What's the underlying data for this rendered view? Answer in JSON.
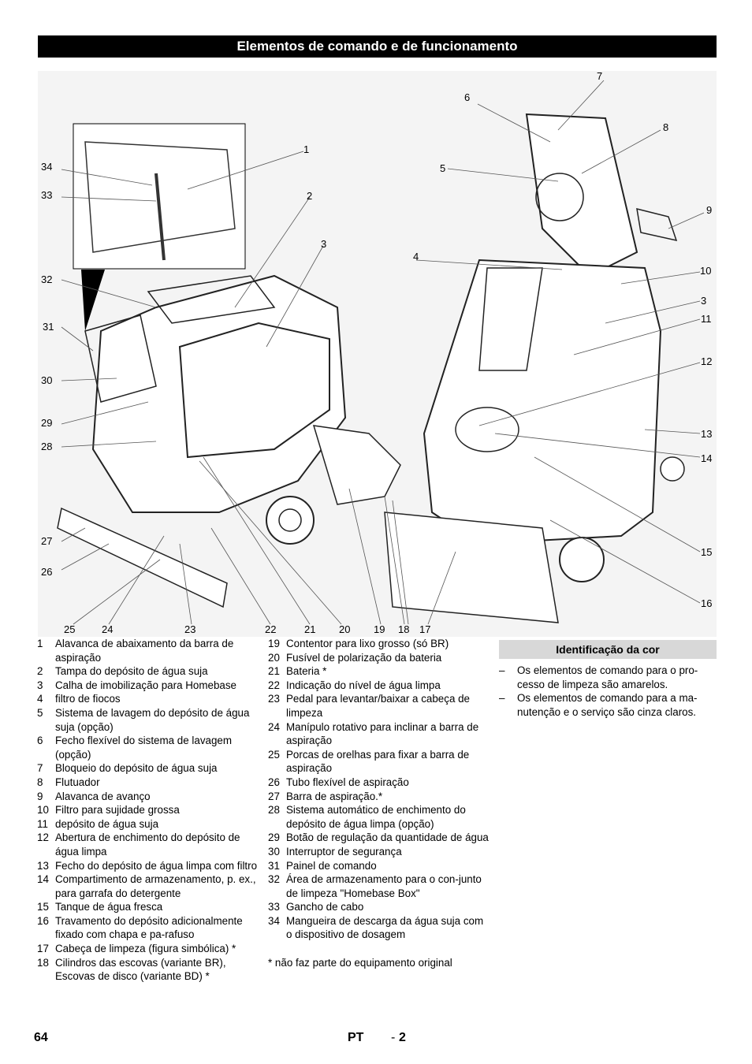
{
  "title": "Elementos de comando e de funcionamento",
  "callouts": [
    "1",
    "2",
    "3",
    "4",
    "5",
    "6",
    "7",
    "8",
    "9",
    "10",
    "3",
    "11",
    "12",
    "13",
    "14",
    "15",
    "16",
    "34",
    "33",
    "32",
    "31",
    "30",
    "29",
    "28",
    "27",
    "26",
    "25",
    "24",
    "23",
    "22",
    "21",
    "20",
    "19",
    "18",
    "17"
  ],
  "legend_col1": [
    {
      "n": "1",
      "t": "Alavanca de abaixamento da barra de aspiração"
    },
    {
      "n": "2",
      "t": "Tampa do depósito de água suja"
    },
    {
      "n": "3",
      "t": "Calha de imobilização para Homebase"
    },
    {
      "n": "4",
      "t": "filtro de fiocos"
    },
    {
      "n": "5",
      "t": "Sistema de lavagem do depósito de água suja (opção)"
    },
    {
      "n": "6",
      "t": "Fecho flexível do sistema de lavagem (opção)"
    },
    {
      "n": "7",
      "t": "Bloqueio do depósito de água suja"
    },
    {
      "n": "8",
      "t": "Flutuador"
    },
    {
      "n": "9",
      "t": "Alavanca de avanço"
    },
    {
      "n": "10",
      "t": "Filtro para sujidade grossa"
    },
    {
      "n": "11",
      "t": "depósito de água suja"
    },
    {
      "n": "12",
      "t": "Abertura de enchimento do depósito de água limpa"
    },
    {
      "n": "13",
      "t": "Fecho do depósito de água limpa com filtro"
    },
    {
      "n": "14",
      "t": "Compartimento de armazenamento, p. ex., para garrafa do detergente"
    },
    {
      "n": "15",
      "t": "Tanque de água fresca"
    },
    {
      "n": "16",
      "t": "Travamento do depósito adicionalmente fixado com chapa e pa-rafuso"
    },
    {
      "n": "17",
      "t": "Cabeça de limpeza (figura simbólica) *"
    },
    {
      "n": "18",
      "t": "Cilindros das escovas (variante BR), Escovas de disco (variante BD) *"
    }
  ],
  "legend_col2": [
    {
      "n": "19",
      "t": "Contentor para lixo grosso (só BR)"
    },
    {
      "n": "20",
      "t": "Fusível de polarização da bateria"
    },
    {
      "n": "21",
      "t": "Bateria *"
    },
    {
      "n": "22",
      "t": "Indicação do nível de água limpa"
    },
    {
      "n": "23",
      "t": "Pedal para levantar/baixar a cabeça de limpeza"
    },
    {
      "n": "24",
      "t": "Manípulo rotativo para inclinar a barra de aspiração"
    },
    {
      "n": "25",
      "t": "Porcas de orelhas para fixar a barra de aspiração"
    },
    {
      "n": "26",
      "t": "Tubo flexível de aspiração"
    },
    {
      "n": "27",
      "t": "Barra de aspiração.*"
    },
    {
      "n": "28",
      "t": "Sistema automático de enchimento do depósito de água limpa (opção)"
    },
    {
      "n": "29",
      "t": "Botão de regulação da quantidade de água"
    },
    {
      "n": "30",
      "t": "Interruptor de segurança"
    },
    {
      "n": "31",
      "t": "Painel de comando"
    },
    {
      "n": "32",
      "t": "Área de armazenamento para o con-junto de limpeza \"Homebase Box\""
    },
    {
      "n": "33",
      "t": "Gancho de cabo"
    },
    {
      "n": "34",
      "t": "Mangueira de descarga da água suja com o dispositivo de dosagem"
    }
  ],
  "footnote": "* não faz parte do equipamento original",
  "color_id": {
    "heading": "Identificação da cor",
    "items": [
      {
        "n": "–",
        "t": "Os elementos de comando para o pro-cesso de limpeza são amarelos."
      },
      {
        "n": "–",
        "t": "Os elementos de comando para a ma-nutenção e o serviço são cinza claros."
      }
    ]
  },
  "footer": {
    "page": "64",
    "lang": "PT",
    "sep": "-",
    "num": "2"
  }
}
